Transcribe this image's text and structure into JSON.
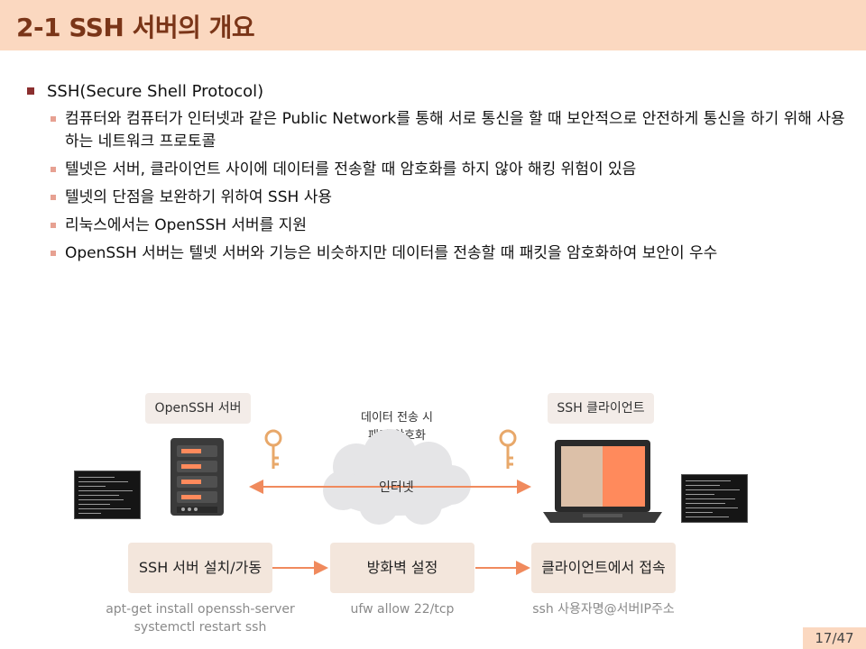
{
  "title": "2-1 SSH 서버의 개요",
  "bullets": {
    "main": "SSH(Secure  Shell  Protocol)",
    "sub": [
      "컴퓨터와 컴퓨터가 인터넷과 같은 Public Network를 통해 서로 통신을 할 때 보안적으로 안전하게 통신을 하기 위해 사용하는 네트워크 프로토콜",
      "텔넷은 서버, 클라이언트 사이에 데이터를 전송할 때 암호화를 하지 않아 해킹 위험이 있음",
      "텔넷의 단점을 보완하기 위하여 SSH 사용",
      "리눅스에서는 OpenSSH 서버를 지원",
      "OpenSSH 서버는 텔넷 서버와 기능은 비슷하지만 데이터를 전송할 때 패킷을 암호화하여 보안이 우수"
    ]
  },
  "diagram": {
    "server_label": "OpenSSH 서버",
    "client_label": "SSH 클라이언트",
    "transfer_line1": "데이터 전송 시",
    "transfer_line2": "패킷 암호화",
    "cloud_label": "인터넷",
    "steps": [
      "SSH 서버 설치/가동",
      "방화벽 설정",
      "클라이언트에서 접속"
    ],
    "commands": {
      "step1_line1": "apt-get install openssh-server",
      "step1_line2": "systemctl restart ssh",
      "step2": "ufw allow 22/tcp",
      "step3": "ssh 사용자명@서버IP주소"
    },
    "icons": [
      "server-icon",
      "key-icon",
      "cloud-icon",
      "laptop-icon",
      "terminal-icon"
    ],
    "colors": {
      "accent": "#ff8a5c",
      "arrow": "#f08a5d",
      "key": "#e8a86a",
      "server": "#3a3a3a"
    }
  },
  "page": "17/47"
}
